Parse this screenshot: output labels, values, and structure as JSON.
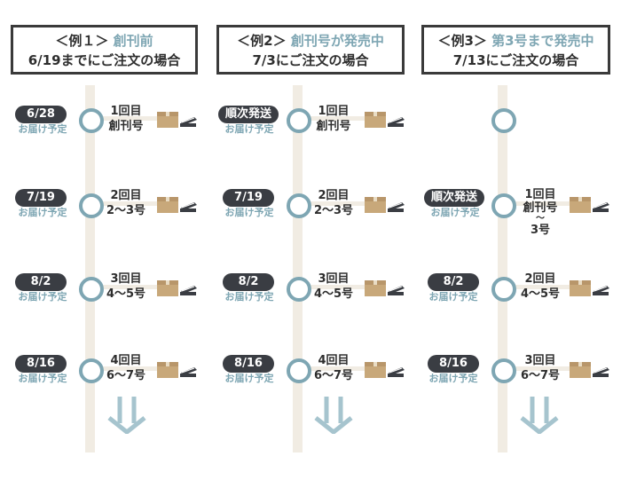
{
  "colors": {
    "accent": "#7ea6b3",
    "dark": "#3a3a3a",
    "pill": "#3a3d43",
    "rail": "#f1ece3",
    "box": "#c8a87a"
  },
  "icons": {
    "package": "box-icon",
    "books": "books-icon",
    "down": "double-down-arrow-icon"
  },
  "columns": [
    {
      "header": {
        "open": "＜例１＞",
        "accent": "創刊前",
        "line2": "6/19までにご注文の場合"
      },
      "rows": [
        {
          "date": "6/28",
          "sub": "お届け予定",
          "issue": [
            "1回目",
            "創刊号"
          ]
        },
        {
          "date": "7/19",
          "sub": "お届け予定",
          "issue": [
            "2回目",
            "2〜3号"
          ]
        },
        {
          "date": "8/2",
          "sub": "お届け予定",
          "issue": [
            "3回目",
            "4〜5号"
          ]
        },
        {
          "date": "8/16",
          "sub": "お届け予定",
          "issue": [
            "4回目",
            "6〜7号"
          ]
        }
      ]
    },
    {
      "header": {
        "open": "＜例2＞",
        "accent": "創刊号が発売中",
        "line2": "7/3にご注文の場合"
      },
      "rows": [
        {
          "date": "順次発送",
          "sub": "お届け予定",
          "issue": [
            "1回目",
            "創刊号"
          ]
        },
        {
          "date": "7/19",
          "sub": "お届け予定",
          "issue": [
            "2回目",
            "2〜3号"
          ]
        },
        {
          "date": "8/2",
          "sub": "お届け予定",
          "issue": [
            "3回目",
            "4〜5号"
          ]
        },
        {
          "date": "8/16",
          "sub": "お届け予定",
          "issue": [
            "4回目",
            "6〜7号"
          ]
        }
      ]
    },
    {
      "header": {
        "open": "＜例3＞",
        "accent": "第3号まで発売中",
        "line2": "7/13にご注文の場合"
      },
      "rows": [
        null,
        {
          "date": "順次発送",
          "sub": "お届け予定",
          "issue": [
            "1回目",
            "創刊号",
            "〜",
            "3号"
          ]
        },
        {
          "date": "8/2",
          "sub": "お届け予定",
          "issue": [
            "2回目",
            "4〜5号"
          ]
        },
        {
          "date": "8/16",
          "sub": "お届け予定",
          "issue": [
            "3回目",
            "6〜7号"
          ]
        }
      ]
    }
  ]
}
